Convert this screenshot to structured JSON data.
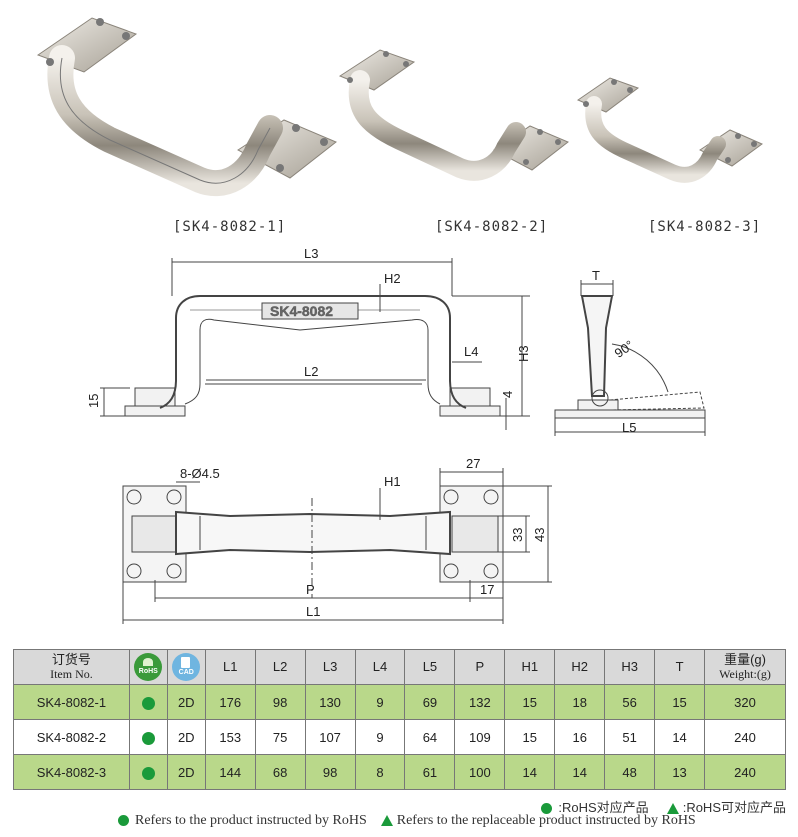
{
  "products": {
    "model1": "[SK4-8082-1]",
    "model2": "[SK4-8082-2]",
    "model3": "[SK4-8082-3]"
  },
  "drawing": {
    "embossed_text": "SK4-8082",
    "dims": {
      "L1": "L1",
      "L2": "L2",
      "L3": "L3",
      "L4": "L4",
      "L5": "L5",
      "H1": "H1",
      "H2": "H2",
      "H3": "H3",
      "T": "T",
      "P": "P",
      "d15": "15",
      "d4": "4",
      "d90": "90°",
      "hole": "8-Ø4.5",
      "d27": "27",
      "d33": "33",
      "d43": "43",
      "d17": "17"
    }
  },
  "table": {
    "header": {
      "item_cn": "订货号",
      "item_en": "Item No.",
      "rohs": "RoHS",
      "cad": "CAD",
      "cols": [
        "L1",
        "L2",
        "L3",
        "L4",
        "L5",
        "P",
        "H1",
        "H2",
        "H3",
        "T"
      ],
      "weight_cn": "重量(g)",
      "weight_en": "Weight:(g)"
    },
    "rows": [
      {
        "item": "SK4-8082-1",
        "cad": "2D",
        "vals": [
          "176",
          "98",
          "130",
          "9",
          "69",
          "132",
          "15",
          "18",
          "56",
          "15"
        ],
        "weight": "320"
      },
      {
        "item": "SK4-8082-2",
        "cad": "2D",
        "vals": [
          "153",
          "75",
          "107",
          "9",
          "64",
          "109",
          "15",
          "16",
          "51",
          "14"
        ],
        "weight": "240"
      },
      {
        "item": "SK4-8082-3",
        "cad": "2D",
        "vals": [
          "144",
          "68",
          "98",
          "8",
          "61",
          "100",
          "14",
          "14",
          "48",
          "13"
        ],
        "weight": "240"
      }
    ]
  },
  "legend": {
    "rohs_cn": ":RoHS对应产品",
    "replace_cn": ":RoHS可对应产品",
    "rohs_en": "Refers to the product instructed by RoHS",
    "replace_en": "Refers to the replaceable product instructed by RoHS"
  },
  "colors": {
    "rohs_green": "#1a9a3a",
    "row_green": "#b9d88a",
    "header_gray": "#d9d9d9"
  }
}
